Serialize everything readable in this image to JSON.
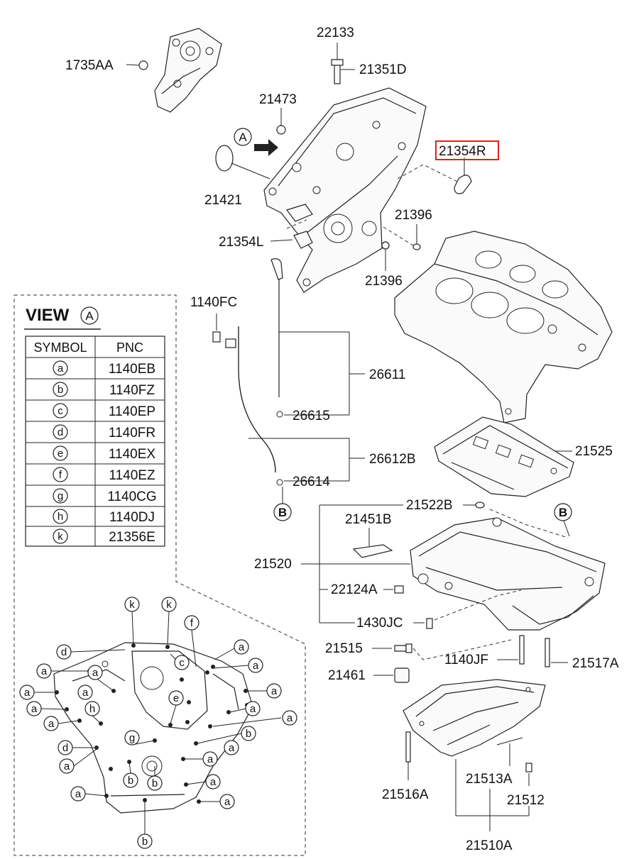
{
  "view_table": {
    "title": "VIEW",
    "title_symbol": "A",
    "header_symbol": "SYMBOL",
    "header_pnc": "PNC",
    "rows": [
      {
        "symbol": "a",
        "pnc": "1140EB"
      },
      {
        "symbol": "b",
        "pnc": "1140FZ"
      },
      {
        "symbol": "c",
        "pnc": "1140EP"
      },
      {
        "symbol": "d",
        "pnc": "1140FR"
      },
      {
        "symbol": "e",
        "pnc": "1140EX"
      },
      {
        "symbol": "f",
        "pnc": "1140EZ"
      },
      {
        "symbol": "g",
        "pnc": "1140CG"
      },
      {
        "symbol": "h",
        "pnc": "1140DJ"
      },
      {
        "symbol": "k",
        "pnc": "21356E"
      }
    ]
  },
  "parts": {
    "p_1735AA": "1735AA",
    "p_22133": "22133",
    "p_21351D": "21351D",
    "p_21473": "21473",
    "p_21354R": "21354R",
    "p_21421": "21421",
    "p_21396_top": "21396",
    "p_21354L": "21354L",
    "p_21396_bot": "21396",
    "p_1140FC": "1140FC",
    "p_26611": "26611",
    "p_26615": "26615",
    "p_26612B": "26612B",
    "p_26614": "26614",
    "p_21525": "21525",
    "p_21522B": "21522B",
    "p_21451B": "21451B",
    "p_21520": "21520",
    "p_22124A": "22124A",
    "p_1430JC": "1430JC",
    "p_21515": "21515",
    "p_1140JF": "1140JF",
    "p_21517A": "21517A",
    "p_21461": "21461",
    "p_21516A": "21516A",
    "p_21513A": "21513A",
    "p_21512": "21512",
    "p_21510A": "21510A"
  },
  "markers": {
    "view_a": "A",
    "ref_b_dipstick": "B",
    "ref_b_oilpan": "B"
  },
  "view_callouts": {
    "k": "k",
    "f": "f",
    "d": "d",
    "a": "a",
    "c": "c",
    "e": "e",
    "h": "h",
    "g": "g",
    "b": "b"
  },
  "highlight": {
    "part": "21354R",
    "color": "#e02020"
  }
}
